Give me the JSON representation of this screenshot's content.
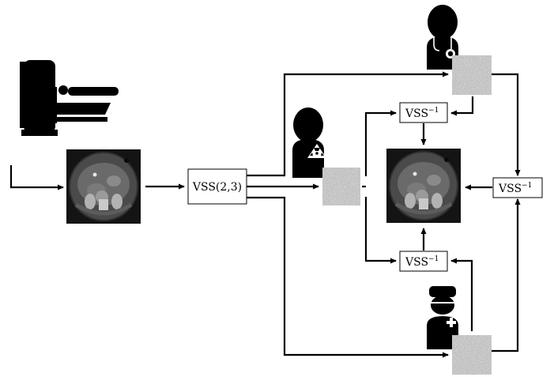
{
  "diagram": {
    "share_node": {
      "label": "VSS(2,3)"
    },
    "reconstruct_nodes": [
      {
        "base": "VSS",
        "sup": "−1"
      },
      {
        "base": "VSS",
        "sup": "−1"
      },
      {
        "base": "VSS",
        "sup": "−1"
      }
    ],
    "icons": {
      "scanner": "ct-scanner-icon",
      "doctor": "doctor-stethoscope-icon",
      "radiologist": "radiologist-icon",
      "surgeon": "surgeon-icon"
    },
    "colors": {
      "stroke": "#000000",
      "share_noise": "#8a8a8a",
      "ct_bg": "#303030"
    }
  }
}
